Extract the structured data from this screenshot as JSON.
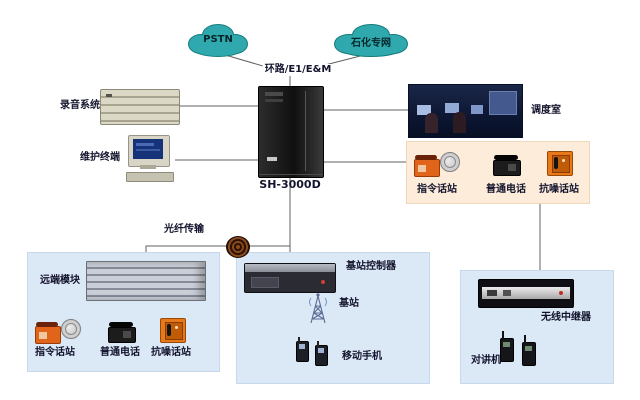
{
  "clouds": {
    "pstn": "PSTN",
    "private_net": "石化专网"
  },
  "trunk": {
    "label": "环路/E1/E&M"
  },
  "switch": {
    "model": "SH-3000D"
  },
  "recording": {
    "label": "录音系统"
  },
  "maintenance": {
    "label": "维护终端"
  },
  "dispatch_room": {
    "label": "调度室"
  },
  "station_box": {
    "phones": [
      {
        "label": "指令话站"
      },
      {
        "label": "普通电话"
      },
      {
        "label": "抗噪话站"
      }
    ]
  },
  "fiber": {
    "label": "光纤传输"
  },
  "remote": {
    "title": "远端模块",
    "phones": [
      {
        "label": "指令话站"
      },
      {
        "label": "普通电话"
      },
      {
        "label": "抗噪话站"
      }
    ]
  },
  "base": {
    "controller": "基站控制器",
    "station": "基站",
    "mobile": "移动手机"
  },
  "repeater": {
    "device": "无线中继器",
    "intercom": "对讲机"
  },
  "colors": {
    "cloud_fill": "#2fa9ad",
    "cloud_stroke": "#157a7c",
    "panel_blue": "#dbe8f6",
    "panel_orange": "#fcecd9",
    "line": "#606060",
    "lightning": "#ffd400"
  }
}
